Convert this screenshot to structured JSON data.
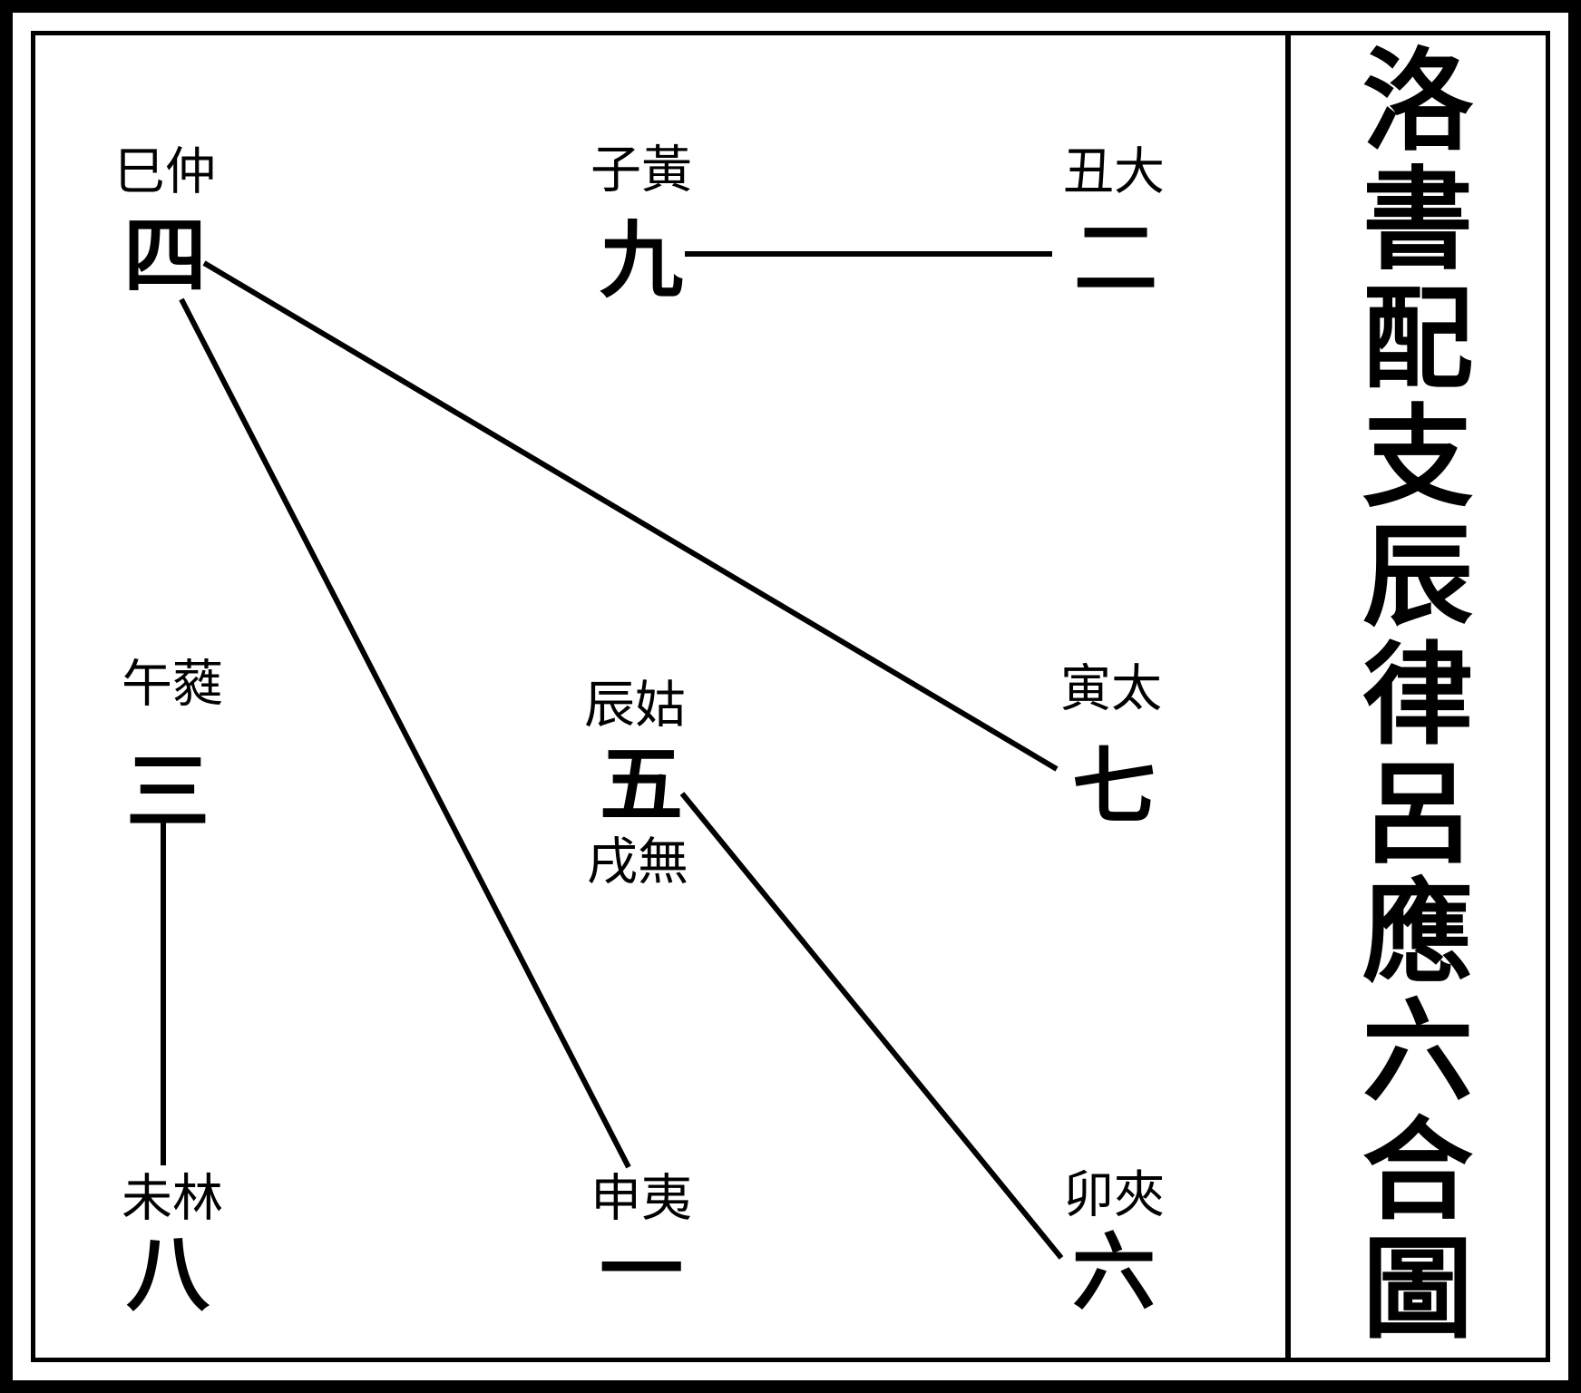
{
  "title": [
    "洛",
    "書",
    "配",
    "支",
    "辰",
    "律",
    "呂",
    "應",
    "六",
    "合",
    "圖"
  ],
  "nodes": [
    {
      "id": "n4",
      "numeral": "四",
      "label": "巳仲"
    },
    {
      "id": "n9",
      "numeral": "九",
      "label": "子黃"
    },
    {
      "id": "n2",
      "numeral": "二",
      "label": "丑大"
    },
    {
      "id": "n3",
      "numeral": "三",
      "label": "午蕤"
    },
    {
      "id": "n5",
      "numeral": "五",
      "label": "辰姑",
      "label_below": "戌無"
    },
    {
      "id": "n7",
      "numeral": "七",
      "label": "寅太"
    },
    {
      "id": "n8",
      "numeral": "八",
      "label": "未林"
    },
    {
      "id": "n1",
      "numeral": "一",
      "label": "申夷"
    },
    {
      "id": "n6",
      "numeral": "六",
      "label": "卯夾"
    }
  ],
  "connections": [
    {
      "from": "n9",
      "to": "n2"
    },
    {
      "from": "n4",
      "to": "n7"
    },
    {
      "from": "n4",
      "to": "n1"
    },
    {
      "from": "n3",
      "to": "n8"
    },
    {
      "from": "n5",
      "to": "n6"
    }
  ]
}
